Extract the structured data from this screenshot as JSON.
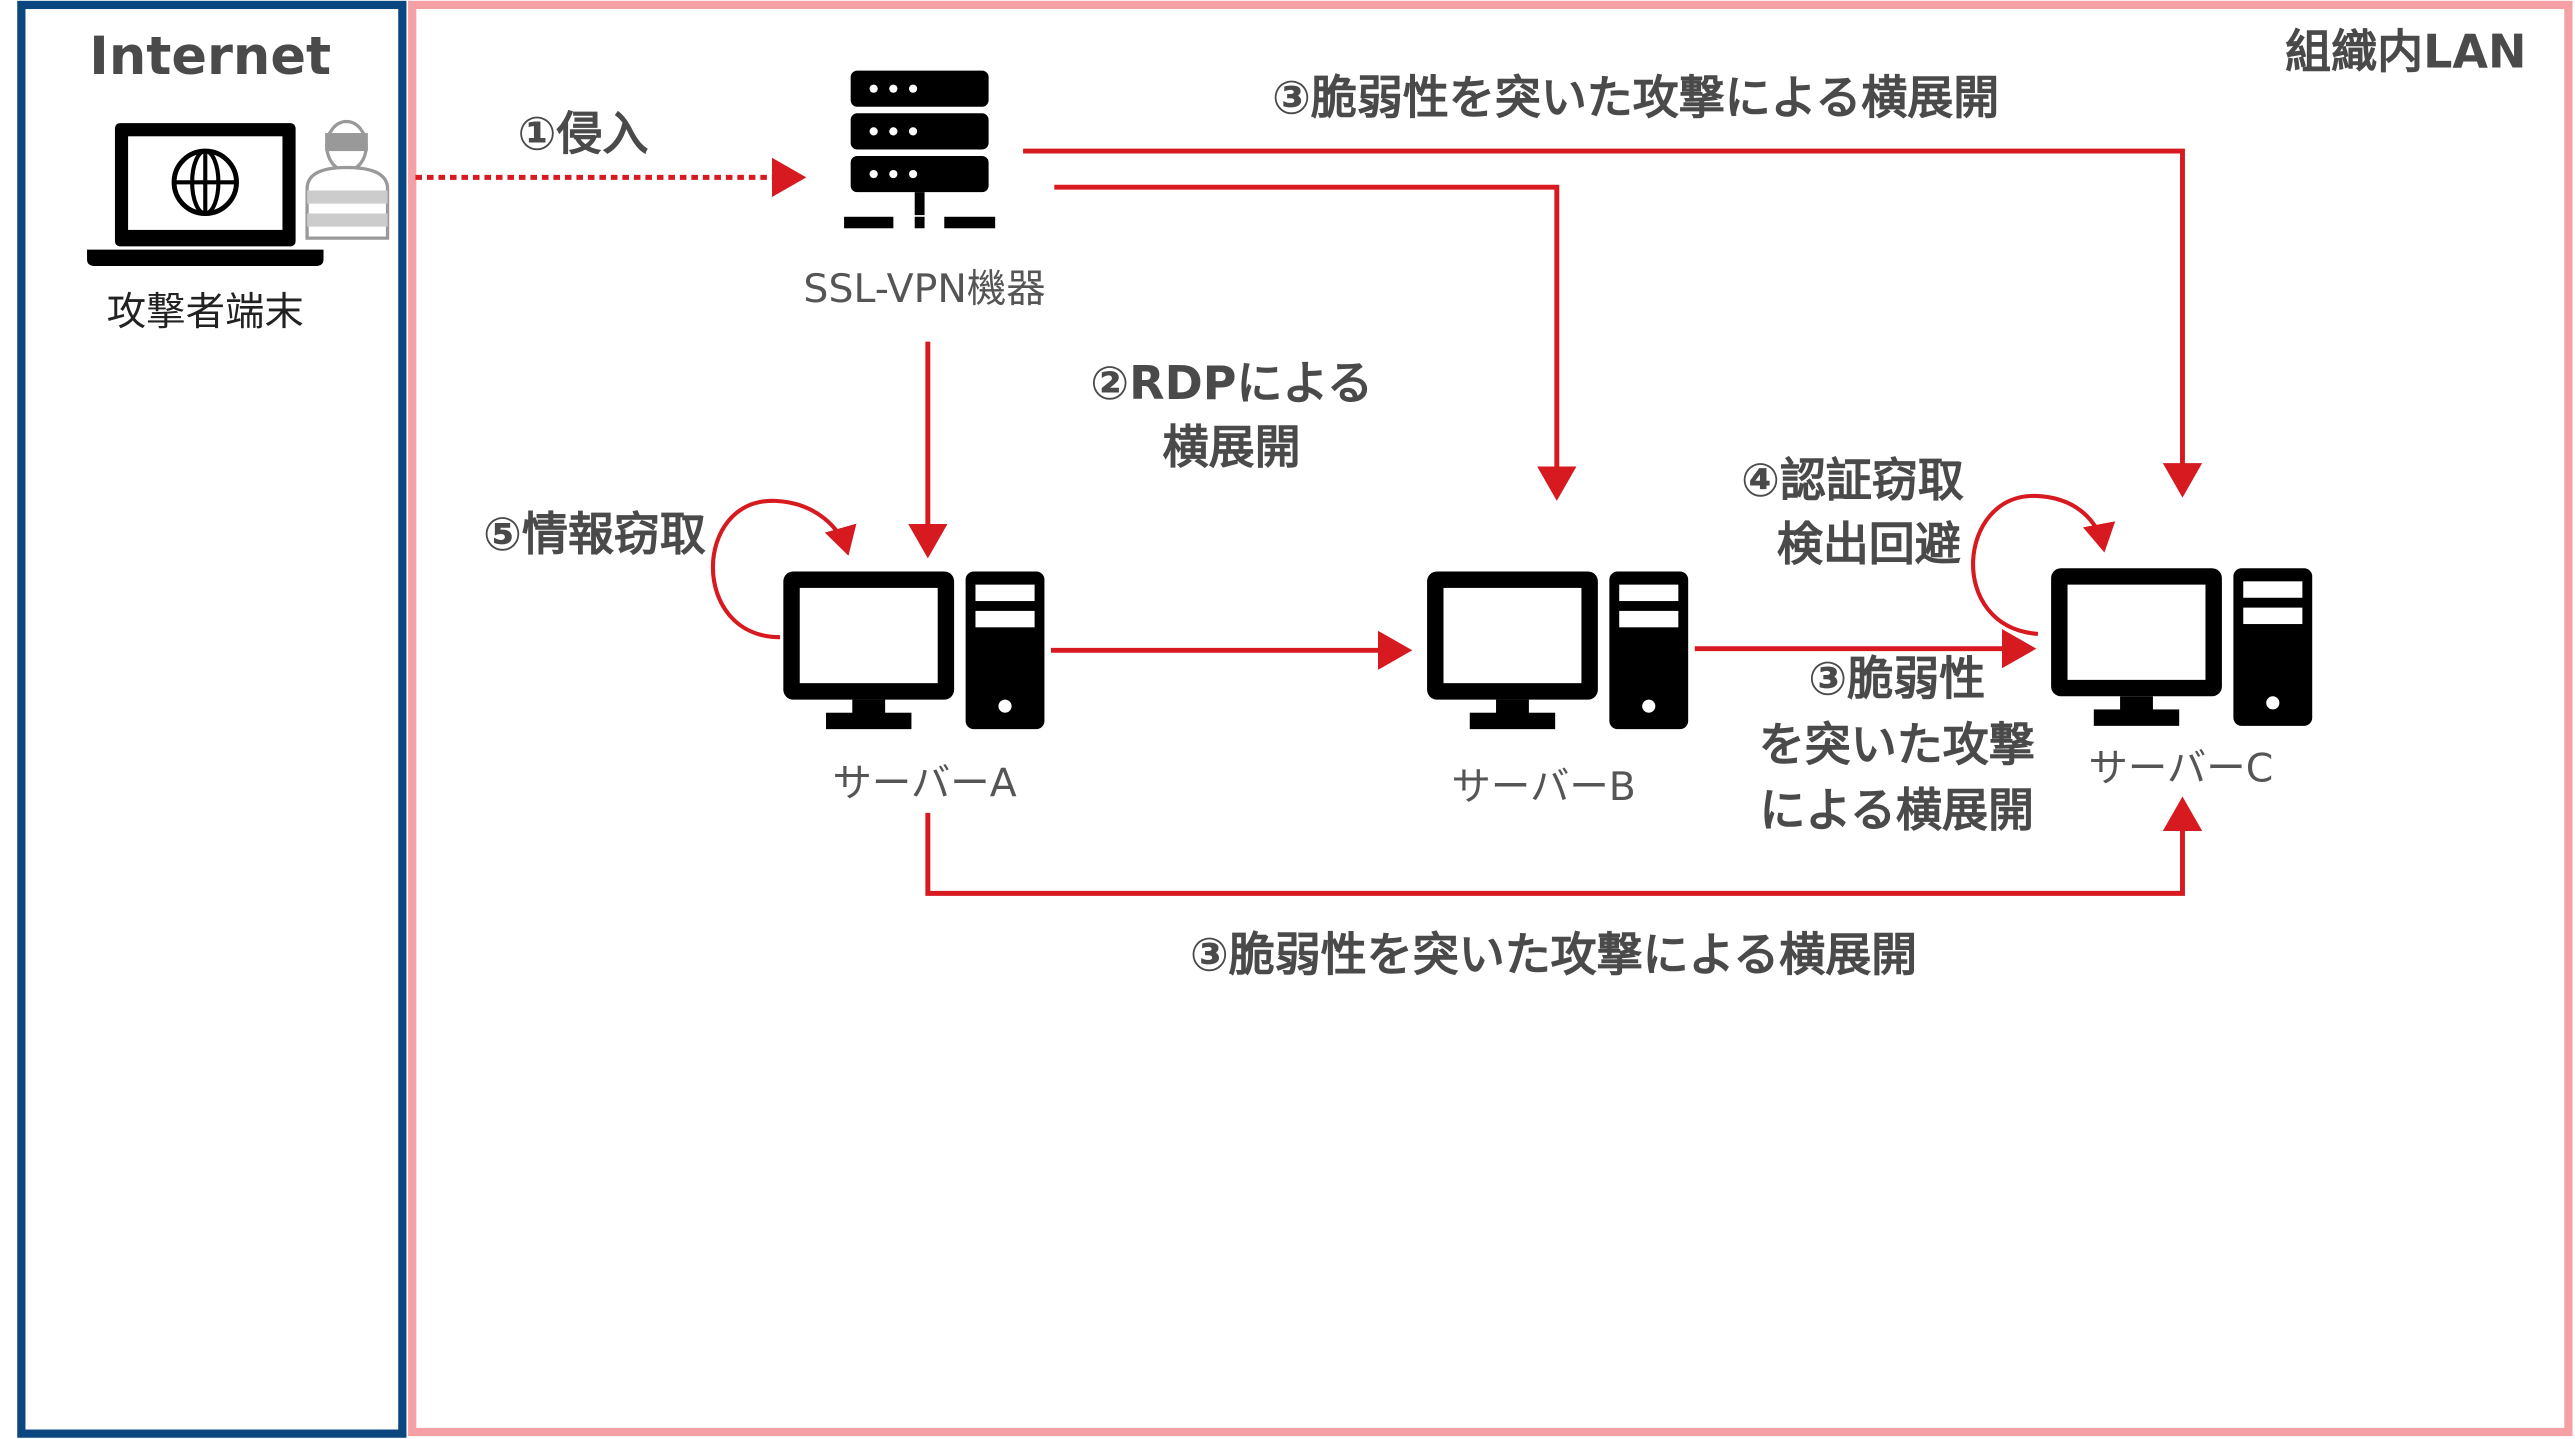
{
  "zones": {
    "internet": "Internet",
    "lan": "組織内LAN"
  },
  "nodes": {
    "attacker": "攻撃者端末",
    "vpn": "SSL-VPN機器",
    "server_a": "サーバーA",
    "server_b": "サーバーB",
    "server_c": "サーバーC"
  },
  "steps": {
    "intrusion": "①侵入",
    "rdp_line1": "②RDPによる",
    "rdp_line2": "横展開",
    "vuln_top": "③脆弱性を突いた攻撃による横展開",
    "vuln_mid_line1": "③脆弱性",
    "vuln_mid_line2": "を突いた攻撃",
    "vuln_mid_line3": "による横展開",
    "vuln_bottom": "③脆弱性を突いた攻撃による横展開",
    "cred_line1": "④認証窃取",
    "cred_line2": "検出回避",
    "exfil": "⑤情報窃取"
  },
  "colors": {
    "internet_border": "#0a4680",
    "lan_border": "#f4a0a5",
    "arrow": "#d71920"
  }
}
